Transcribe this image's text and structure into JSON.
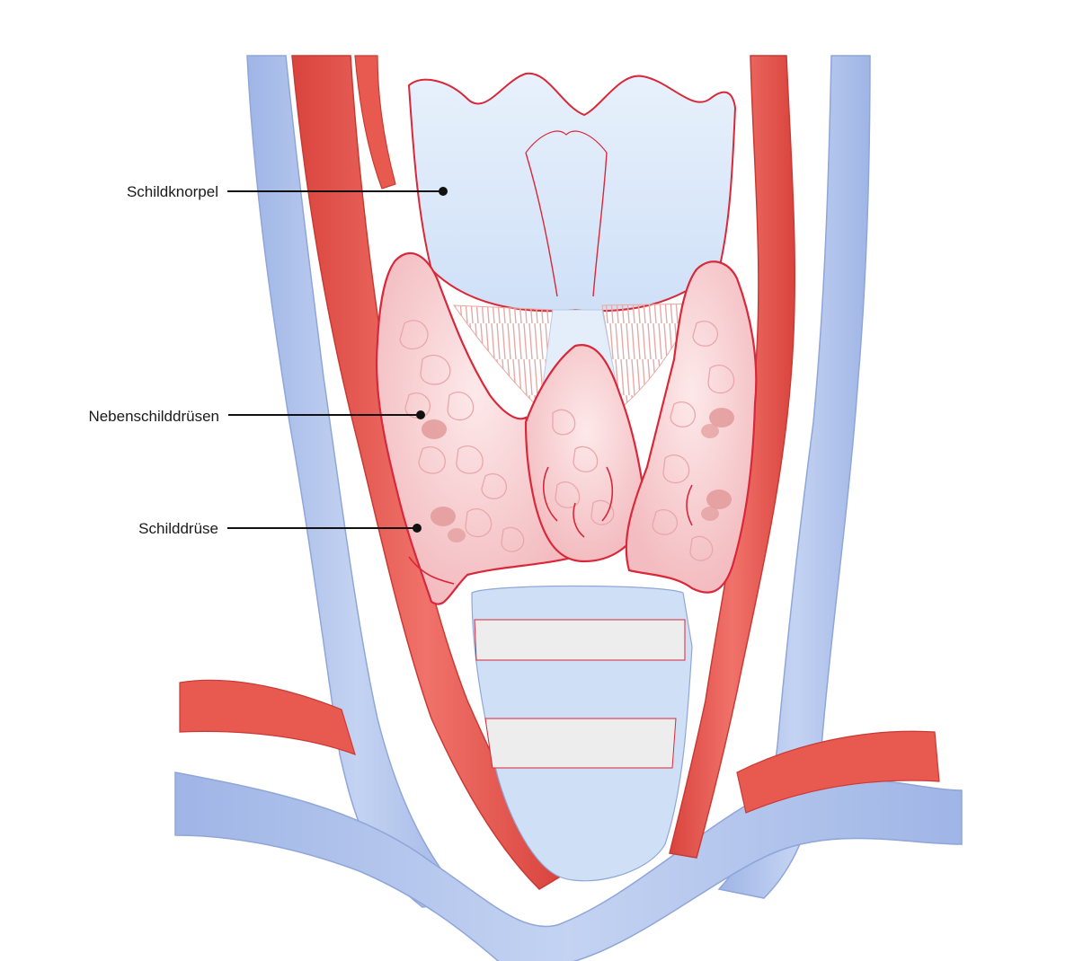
{
  "colors": {
    "vein": "#b6c8ec",
    "vein_edge": "#8fa6d8",
    "artery": "#e8594f",
    "artery_dark": "#c93a35",
    "cartilage": "#dbe9fb",
    "cartilage_edge": "#d8283a",
    "thyroid": "#f6c9cc",
    "thyroid_light": "#fbe3e3",
    "thyroid_edge": "#d8283a",
    "parathyroid": "#e39a9a",
    "trachea": "#cfe0f6",
    "trachea_ring": "#ececec",
    "label_line": "#111111"
  },
  "labels": {
    "schildknorpel": "Schildknorpel",
    "nebenschilddruesen": "Nebenschilddrüsen",
    "schilddruese": "Schilddrüse"
  }
}
